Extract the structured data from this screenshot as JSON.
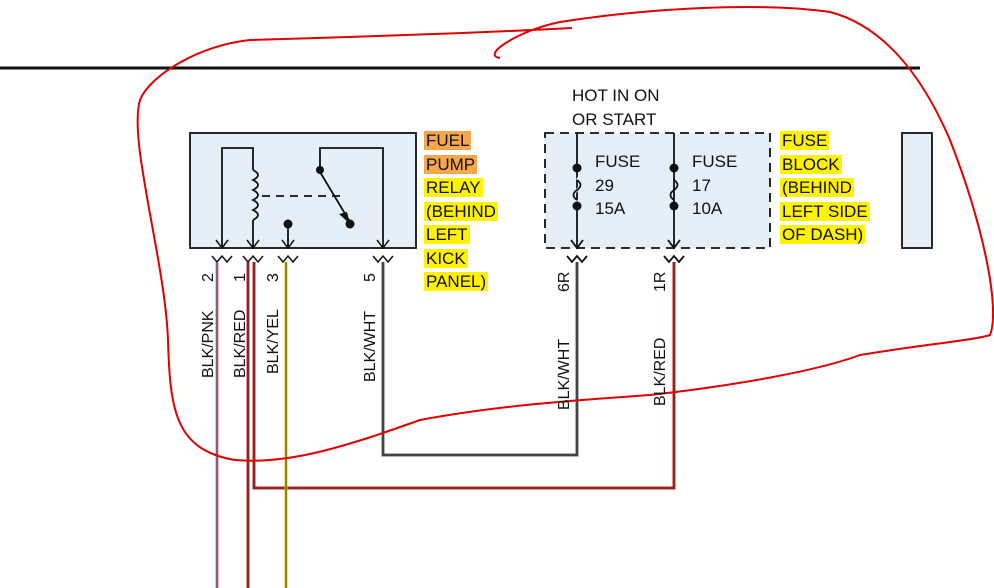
{
  "relay": {
    "lines": [
      "FUEL",
      "PUMP",
      "RELAY",
      "(BEHIND",
      "LEFT",
      "KICK",
      "PANEL)"
    ],
    "highlight_colors": {
      "title": "#f7a64b",
      "body": "#fff200"
    },
    "pins": [
      "2",
      "1",
      "3",
      "5"
    ]
  },
  "hot_label": {
    "line1": "HOT IN ON",
    "line2": "OR START"
  },
  "fuses": [
    {
      "label": "FUSE",
      "number": "29",
      "rating": "15A",
      "pin": "6R"
    },
    {
      "label": "FUSE",
      "number": "17",
      "rating": "10A",
      "pin": "1R"
    }
  ],
  "fuse_block": {
    "lines": [
      "FUSE",
      "BLOCK",
      "(BEHIND",
      "LEFT SIDE",
      "OF DASH)"
    ]
  },
  "wires": [
    "BLK/PNK",
    "BLK/RED",
    "BLK/YEL",
    "BLK/WHT",
    "BLK/WHT",
    "BLK/RED"
  ],
  "colors": {
    "component_fill": "#e4eff8",
    "annotation": "#e00000",
    "wire_red": "#cc2222",
    "wire_yellow": "#e8d000",
    "wire_pink": "#d88aa8",
    "wire_gray": "#666666"
  }
}
